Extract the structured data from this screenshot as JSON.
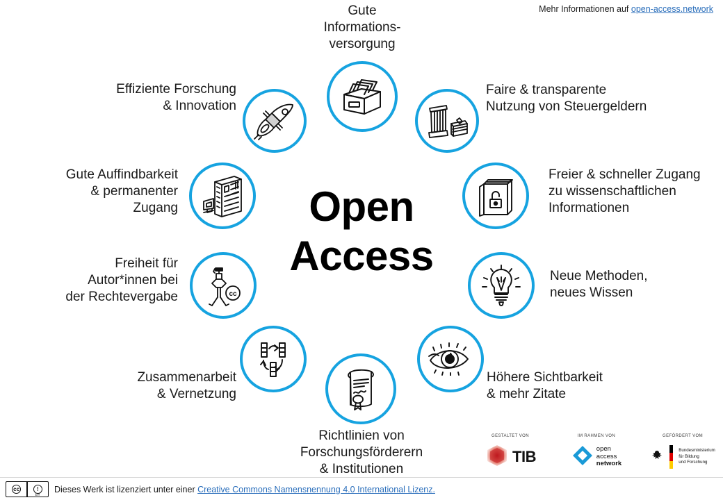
{
  "header": {
    "note_prefix": "Mehr Informationen auf ",
    "link_text": "open-access.network"
  },
  "center": {
    "line1": "Open",
    "line2": "Access"
  },
  "nodes": [
    {
      "id": "gute-informationsversorgung",
      "label": "Gute\nInformations-\nversorgung",
      "icon": "card-file-box-icon",
      "position": "top"
    },
    {
      "id": "faire-transparente-nutzung",
      "label": "Faire & transparente\nNutzung von Steuergeldern",
      "icon": "pillar-money-icon",
      "position": "top-right"
    },
    {
      "id": "freier-schneller-zugang",
      "label": "Freier & schneller Zugang\nzu wissenschaftlichen\nInformationen",
      "icon": "open-book-unlock-icon",
      "position": "right-upper"
    },
    {
      "id": "neue-methoden",
      "label": "Neue Methoden,\nneues Wissen",
      "icon": "lightbulb-icon",
      "position": "right-lower"
    },
    {
      "id": "hoehere-sichtbarkeit",
      "label": "Höhere Sichtbarkeit\n& mehr Zitate",
      "icon": "eye-icon",
      "position": "bottom-right"
    },
    {
      "id": "richtlinien-forschungsfoerderern",
      "label": "Richtlinien von\nForschungsförderern\n& Institutionen",
      "icon": "certificate-scroll-icon",
      "position": "bottom"
    },
    {
      "id": "zusammenarbeit-vernetzung",
      "label": "Zusammenarbeit\n& Vernetzung",
      "icon": "collaboration-arrows-icon",
      "position": "bottom-left"
    },
    {
      "id": "freiheit-autorinnen",
      "label": "Freiheit für\nAutor*innen bei\nder Rechtevergabe",
      "icon": "author-cc-icon",
      "position": "left-lower"
    },
    {
      "id": "gute-auffindbarkeit",
      "label": "Gute Auffindbarkeit\n& permanenter\nZugang",
      "icon": "server-repository-icon",
      "position": "left-upper"
    },
    {
      "id": "effiziente-forschung",
      "label": "Effiziente Forschung\n& Innovation",
      "icon": "rocket-icon",
      "position": "top-left"
    }
  ],
  "footer": {
    "license_prefix": "Dieses Werk ist lizenziert unter einer ",
    "license_link": "Creative Commons Namensnennung  4.0 International Lizenz.",
    "cc_mark": "cc",
    "by_mark": "BY"
  },
  "sponsors": [
    {
      "caption": "GESTALTET VON",
      "name": "TIB",
      "logo": "tib-cube-logo"
    },
    {
      "caption": "IM RAHMEN VON",
      "line1": "open",
      "line2": "access",
      "line3": "network",
      "logo": "open-access-network-diamond-logo"
    },
    {
      "caption": "GEFÖRDERT VOM",
      "text": "Bundesministerium\nfür Bildung\nund Forschung",
      "logo": "bmbf-eagle-logo"
    }
  ],
  "colors": {
    "accent": "#16a3e0",
    "link": "#2a6ebb",
    "ink": "#1a1a1a"
  }
}
